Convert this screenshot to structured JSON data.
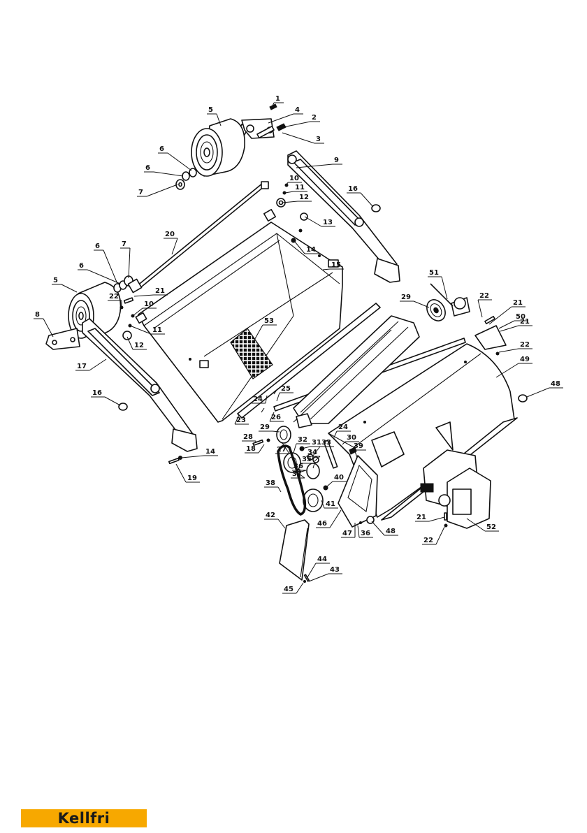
{
  "brand": {
    "name": "Kellfri",
    "color": "#f7a800"
  },
  "diagram": {
    "callouts": [
      {
        "id": "c1",
        "label": "1"
      },
      {
        "id": "c2",
        "label": "2"
      },
      {
        "id": "c3",
        "label": "3"
      },
      {
        "id": "c4",
        "label": "4"
      },
      {
        "id": "c5a",
        "label": "5"
      },
      {
        "id": "c5b",
        "label": "5"
      },
      {
        "id": "c6a",
        "label": "6"
      },
      {
        "id": "c6b",
        "label": "6"
      },
      {
        "id": "c6c",
        "label": "6"
      },
      {
        "id": "c6d",
        "label": "6"
      },
      {
        "id": "c7a",
        "label": "7"
      },
      {
        "id": "c7b",
        "label": "7"
      },
      {
        "id": "c8",
        "label": "8"
      },
      {
        "id": "c9",
        "label": "9"
      },
      {
        "id": "c10a",
        "label": "10"
      },
      {
        "id": "c10b",
        "label": "10"
      },
      {
        "id": "c11a",
        "label": "11"
      },
      {
        "id": "c11b",
        "label": "11"
      },
      {
        "id": "c12a",
        "label": "12"
      },
      {
        "id": "c12b",
        "label": "12"
      },
      {
        "id": "c13",
        "label": "13"
      },
      {
        "id": "c14a",
        "label": "14"
      },
      {
        "id": "c14b",
        "label": "14"
      },
      {
        "id": "c15",
        "label": "15"
      },
      {
        "id": "c16a",
        "label": "16"
      },
      {
        "id": "c16b",
        "label": "16"
      },
      {
        "id": "c17",
        "label": "17"
      },
      {
        "id": "c18",
        "label": "18"
      },
      {
        "id": "c19",
        "label": "19"
      },
      {
        "id": "c20",
        "label": "20"
      },
      {
        "id": "c21a",
        "label": "21"
      },
      {
        "id": "c21b",
        "label": "21"
      },
      {
        "id": "c21c",
        "label": "21"
      },
      {
        "id": "c21d",
        "label": "21"
      },
      {
        "id": "c22a",
        "label": "22"
      },
      {
        "id": "c22b",
        "label": "22"
      },
      {
        "id": "c22c",
        "label": "22"
      },
      {
        "id": "c22d",
        "label": "22"
      },
      {
        "id": "c23",
        "label": "23"
      },
      {
        "id": "c24a",
        "label": "24"
      },
      {
        "id": "c24b",
        "label": "24"
      },
      {
        "id": "c25",
        "label": "25"
      },
      {
        "id": "c26",
        "label": "26"
      },
      {
        "id": "c27",
        "label": "27"
      },
      {
        "id": "c28",
        "label": "28"
      },
      {
        "id": "c29a",
        "label": "29"
      },
      {
        "id": "c29b",
        "label": "29"
      },
      {
        "id": "c30",
        "label": "30"
      },
      {
        "id": "c31",
        "label": "31"
      },
      {
        "id": "c32",
        "label": "32"
      },
      {
        "id": "c33",
        "label": "33"
      },
      {
        "id": "c34",
        "label": "34"
      },
      {
        "id": "c35",
        "label": "35"
      },
      {
        "id": "c36a",
        "label": "36"
      },
      {
        "id": "c36b",
        "label": "36"
      },
      {
        "id": "c37",
        "label": "37"
      },
      {
        "id": "c38",
        "label": "38"
      },
      {
        "id": "c39",
        "label": "39"
      },
      {
        "id": "c40",
        "label": "40"
      },
      {
        "id": "c41",
        "label": "41"
      },
      {
        "id": "c42",
        "label": "42"
      },
      {
        "id": "c43",
        "label": "43"
      },
      {
        "id": "c44",
        "label": "44"
      },
      {
        "id": "c45",
        "label": "45"
      },
      {
        "id": "c46",
        "label": "46"
      },
      {
        "id": "c47",
        "label": "47"
      },
      {
        "id": "c48a",
        "label": "48"
      },
      {
        "id": "c48b",
        "label": "48"
      },
      {
        "id": "c49",
        "label": "49"
      },
      {
        "id": "c50",
        "label": "50"
      },
      {
        "id": "c51",
        "label": "51"
      },
      {
        "id": "c52",
        "label": "52"
      },
      {
        "id": "c53",
        "label": "53"
      }
    ]
  }
}
